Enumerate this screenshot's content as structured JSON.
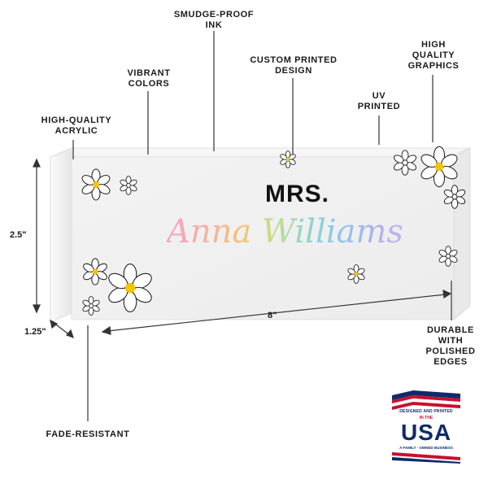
{
  "product": {
    "title_line": "MRS.",
    "name": "Anna Williams"
  },
  "callouts": {
    "smudge_proof": "SMUDGE-PROOF\nINK",
    "vibrant": "VIBRANT\nCOLORS",
    "custom_printed": "CUSTOM PRINTED\nDESIGN",
    "high_quality_graphics": "HIGH\nQUALITY\nGRAPHICS",
    "high_quality_acrylic": "HIGH-QUALITY\nACRYLIC",
    "uv_printed": "UV\nPRINTED",
    "durable": "DURABLE\nWITH\nPOLISHED\nEDGES",
    "fade_resistant": "FADE-RESISTANT"
  },
  "dimensions": {
    "height": "2.5\"",
    "width": "8\"",
    "depth": "1.25\""
  },
  "badge": {
    "line1": "DESIGNED AND PRINTED",
    "line2": "IN THE",
    "word": "USA",
    "line3": "A FAMILY - OWNED BUSINESS"
  },
  "colors": {
    "badge_blue": "#0f2a6b",
    "badge_red": "#c8102e",
    "daisy_center": "#f5c400"
  }
}
